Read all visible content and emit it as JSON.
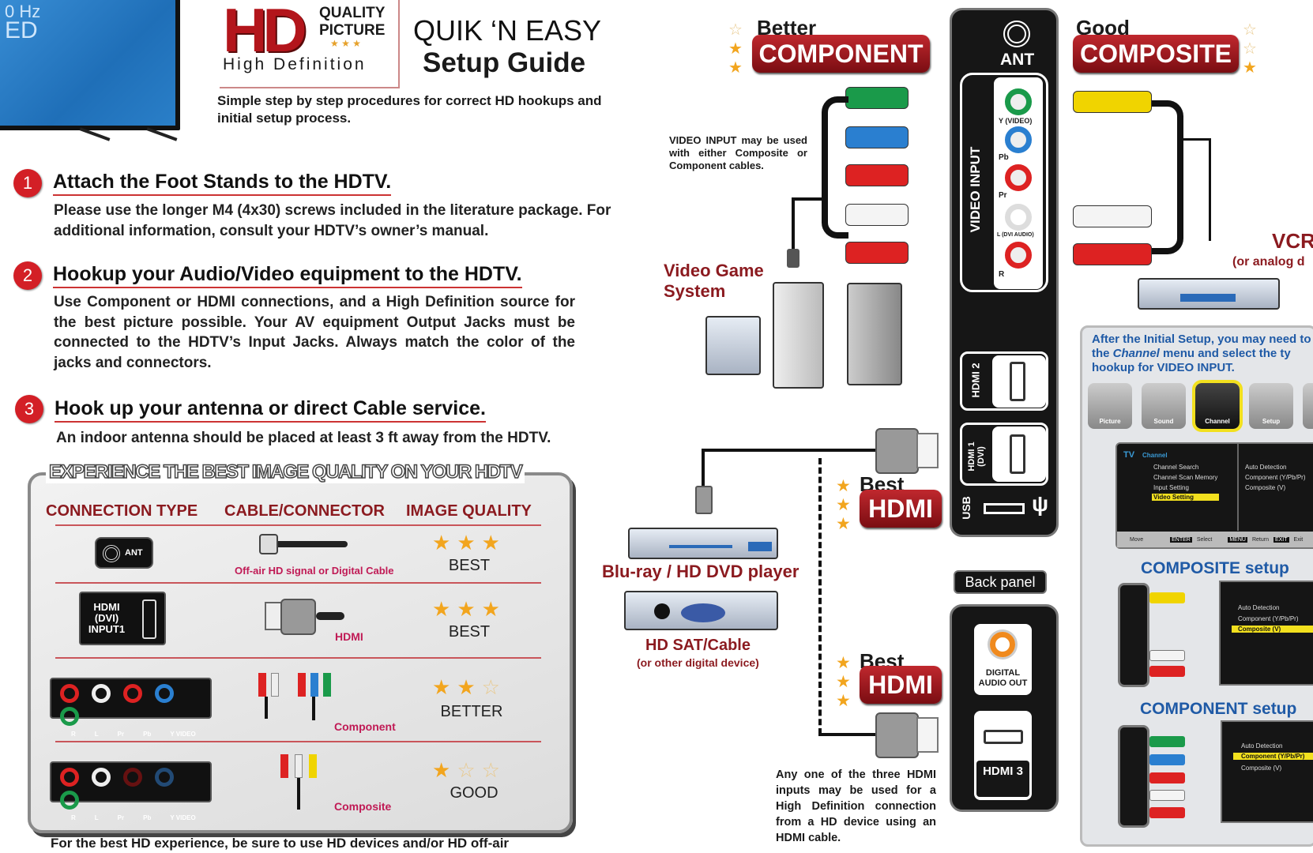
{
  "tv_image": {
    "badge_line1": "0 Hz",
    "badge_line2": "ED"
  },
  "logo": {
    "letters": "HD",
    "quality": "QUALITY",
    "picture": "PICTURE",
    "stars": "★ ★ ★",
    "tagline": "High Definition"
  },
  "header": {
    "title_line1": "QUIK ‘N EASY",
    "title_line2": "Setup Guide",
    "subtitle": "Simple step by step procedures for correct HD hookups and initial setup process."
  },
  "steps": [
    {
      "num": "1",
      "title": "Attach the Foot Stands to the HDTV.",
      "body": "Please use the longer M4 (4x30) screws included in the literature package. For additional information, consult your HDTV’s owner’s manual."
    },
    {
      "num": "2",
      "title": "Hookup your Audio/Video equipment to the HDTV.",
      "body": "Use Component or HDMI connections, and a High Definition source for the best picture possible. Your AV equipment Output Jacks must be connected to the HDTV’s Input Jacks. Always match the color of the jacks and connectors."
    },
    {
      "num": "3",
      "title": "Hook up your antenna or direct Cable service.",
      "body": "An indoor antenna should be placed at least 3 ft away from the HDTV."
    }
  ],
  "quality_table": {
    "heading": "EXPERIENCE THE BEST IMAGE QUALITY ON YOUR HDTV",
    "columns": [
      "CONNECTION TYPE",
      "CABLE/CONNECTOR",
      "IMAGE QUALITY"
    ],
    "rows": [
      {
        "type": "ANT",
        "cable": "Off-air HD signal or Digital Cable",
        "quality": "BEST",
        "stars": 3
      },
      {
        "type": "HDMI (DVI) INPUT1",
        "cable": "HDMI",
        "quality": "BEST",
        "stars": 3
      },
      {
        "type": "R L Pr Pb Y VIDEO",
        "cable": "Component",
        "quality": "BETTER",
        "stars": 2
      },
      {
        "type": "R L Pr Pb Y VIDEO",
        "cable": "Composite",
        "quality": "GOOD",
        "stars": 1
      }
    ],
    "jack_labels": [
      "R",
      "L",
      "Pr",
      "Pb",
      "Y VIDEO"
    ],
    "footer": "For the best HD experience, be sure to use HD devices and/or HD off-air"
  },
  "diagram": {
    "component": {
      "rank": "Better",
      "label": "COMPONENT",
      "stars": 2
    },
    "composite": {
      "rank": "Good",
      "label": "COMPOSITE",
      "stars": 1
    },
    "video_input_note": "VIDEO INPUT may be used with either Composite or Component cables.",
    "game_system": "Video Game System",
    "vcr": "VCR",
    "vcr_sub": "(or analog d",
    "tv_panel": {
      "ant": "ANT",
      "video_input": "VIDEO INPUT",
      "jacks": [
        "Y (VIDEO)",
        "Pb",
        "Pr",
        "L (DVI AUDIO)",
        "R"
      ],
      "hdmi2": "HDMI 2",
      "hdmi1": "HDMI 1 (DVI)",
      "usb": "USB"
    },
    "hdmi_badge_1": {
      "rank": "Best",
      "label": "HDMI",
      "stars": 3
    },
    "hdmi_badge_2": {
      "rank": "Best",
      "label": "HDMI",
      "stars": 3
    },
    "bluray": "Blu-ray / HD DVD player",
    "sat": "HD SAT/Cable",
    "sat_sub": "(or other digital device)",
    "back_panel_label": "Back panel",
    "back_panel": {
      "digital_audio": "DIGITAL AUDIO OUT",
      "hdmi3": "HDMI 3"
    },
    "hdmi_note": "Any one of the three HDMI inputs may be used for a High Definition connection from a HD device using an HDMI cable."
  },
  "setup_panel": {
    "intro_a": "After the Initial Setup, you may need to",
    "intro_b": "the ",
    "intro_em": "Channel",
    "intro_c": " menu and select the ty",
    "intro_d": "hookup for VIDEO INPUT.",
    "menu_icons": [
      "Picture",
      "Sound",
      "Channel",
      "Setup"
    ],
    "menu": {
      "tv": "TV",
      "section": "Channel",
      "items": [
        "Channel Search",
        "Channel Scan Memory",
        "Input Setting",
        "Video Setting"
      ],
      "options": [
        "Auto Detection",
        "Component (Y/Pb/Pr)",
        "Composite (V)"
      ],
      "footer": [
        "Move",
        "ENTER",
        "Select",
        "MENU",
        "Return",
        "EXIT",
        "Exit"
      ]
    },
    "composite_heading": "COMPOSITE setup",
    "component_heading": "COMPONENT setup",
    "highlight_color": "#f2e01e"
  }
}
